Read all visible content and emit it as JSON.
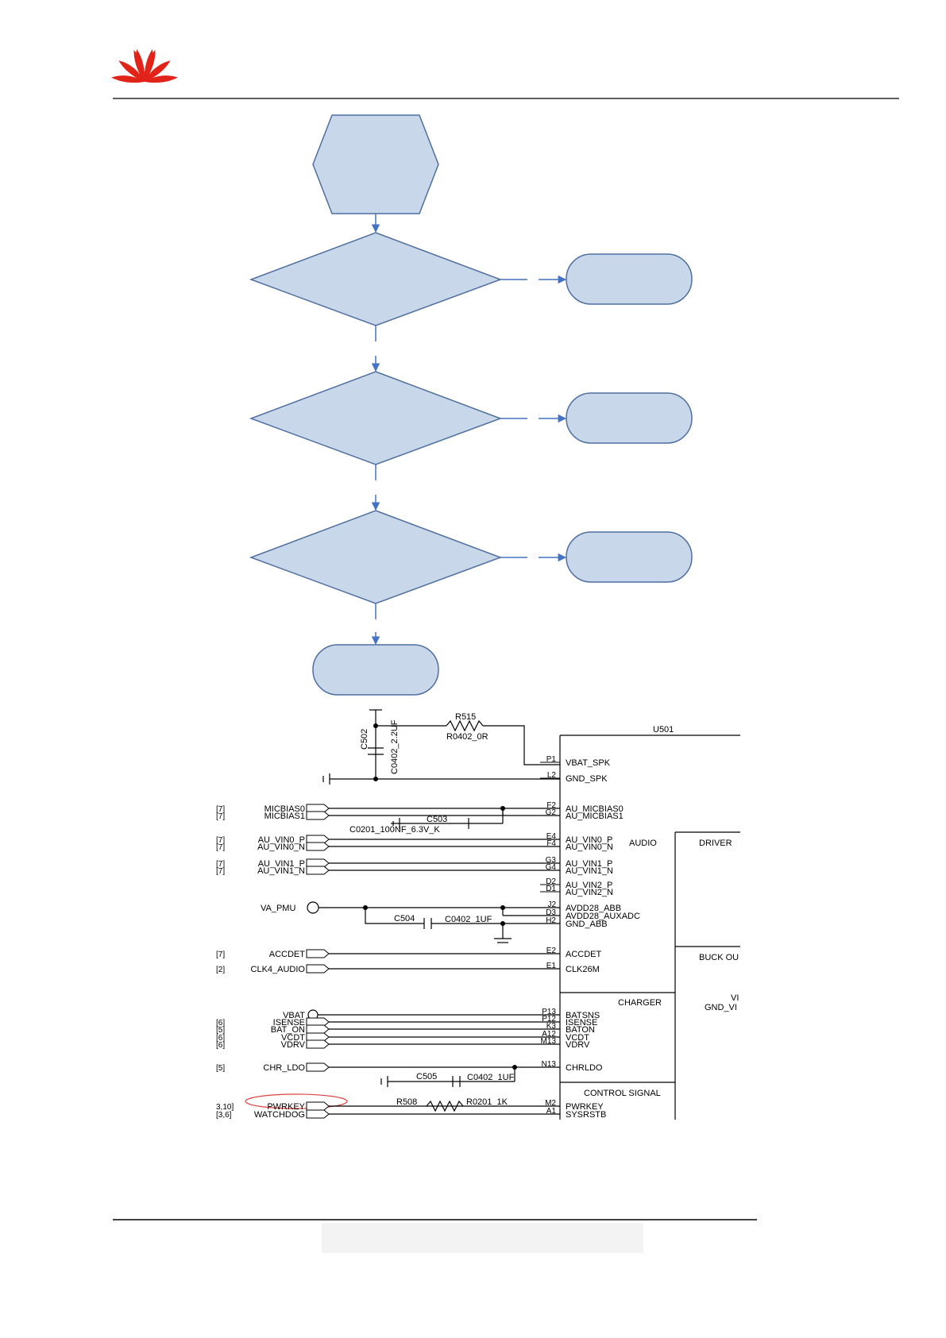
{
  "colors": {
    "flow_fill": "#c9d7ea",
    "flow_stroke": "#4f6f9f",
    "flow_arrow": "#4472c4",
    "wire": "#000000",
    "highlight": "#e04040",
    "logo": "#e2231a"
  },
  "schematic": {
    "chip_ref": "U501",
    "r515": "R515",
    "r515_val": "R0402_0R",
    "c502": "C502",
    "c502_val": "C0402_2.2UF",
    "c503": "C503",
    "c503_val": "C0201_100NF_6.3V_K",
    "c504": "C504",
    "c504_val": "C0402_1UF",
    "c505": "C505",
    "c505_val": "C0402_1UF",
    "r508": "R508",
    "r508_val": "R0201_1K",
    "va_pmu": "VA_PMU",
    "sections": {
      "audio": "AUDIO",
      "driver": "DRIVER",
      "buck": "BUCK OU",
      "charger": "CHARGER",
      "vi1": "VI",
      "vi2": "GND_VI",
      "control": "CONTROL SIGNAL"
    },
    "pins": [
      {
        "ref": "",
        "net": "",
        "pin": "P1",
        "name": "VBAT_SPK"
      },
      {
        "ref": "",
        "net": "",
        "pin": "L2",
        "name": "GND_SPK"
      },
      {
        "ref": "[7]",
        "net": "MICBIAS0",
        "pin": "F2",
        "name": "AU_MICBIAS0"
      },
      {
        "ref": "[7]",
        "net": "MICBIAS1",
        "pin": "G2",
        "name": "AU_MICBIAS1"
      },
      {
        "ref": "[7]",
        "net": "AU_VIN0_P",
        "pin": "E4",
        "name": "AU_VIN0_P"
      },
      {
        "ref": "[7]",
        "net": "AU_VIN0_N",
        "pin": "F4",
        "name": "AU_VIN0_N"
      },
      {
        "ref": "[7]",
        "net": "AU_VIN1_P",
        "pin": "G3",
        "name": "AU_VIN1_P"
      },
      {
        "ref": "[7]",
        "net": "AU_VIN1_N",
        "pin": "G4",
        "name": "AU_VIN1_N"
      },
      {
        "ref": "",
        "net": "",
        "pin": "D2",
        "name": "AU_VIN2_P"
      },
      {
        "ref": "",
        "net": "",
        "pin": "D1",
        "name": "AU_VIN2_N"
      },
      {
        "ref": "",
        "net": "",
        "pin": "J2",
        "name": "AVDD28_ABB"
      },
      {
        "ref": "",
        "net": "",
        "pin": "D3",
        "name": "AVDD28_AUXADC"
      },
      {
        "ref": "",
        "net": "",
        "pin": "H2",
        "name": "GND_ABB"
      },
      {
        "ref": "[7]",
        "net": "ACCDET",
        "pin": "E2",
        "name": "ACCDET"
      },
      {
        "ref": "[2]",
        "net": "CLK4_AUDIO",
        "pin": "E1",
        "name": "CLK26M"
      },
      {
        "ref": "",
        "net": "VBAT",
        "pin": "P13",
        "name": "BATSNS"
      },
      {
        "ref": "[6]",
        "net": "ISENSE",
        "pin": "P12",
        "name": "ISENSE"
      },
      {
        "ref": "[5]",
        "net": "BAT_ON",
        "pin": "K3",
        "name": "BATON"
      },
      {
        "ref": "[6]",
        "net": "VCDT",
        "pin": "A12",
        "name": "VCDT"
      },
      {
        "ref": "[6]",
        "net": "VDRV",
        "pin": "M13",
        "name": "VDRV"
      },
      {
        "ref": "[5]",
        "net": "CHR_LDO",
        "pin": "N13",
        "name": "CHRLDO"
      },
      {
        "ref": "3,10]",
        "net": "PWRKEY",
        "pin": "M2",
        "name": "PWRKEY"
      },
      {
        "ref": "[3,6]",
        "net": "WATCHDOG",
        "pin": "A1",
        "name": "SYSRSTB"
      }
    ]
  }
}
